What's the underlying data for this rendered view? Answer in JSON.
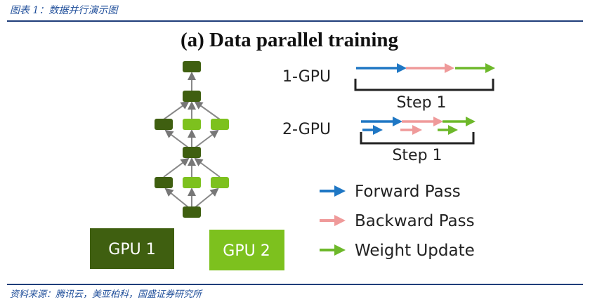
{
  "caption": "图表 1：数据并行演示图",
  "source": "资料来源：腾讯云，美亚柏科，国盛证券研究所",
  "diagram": {
    "title": "(a) Data parallel training",
    "gpu_boxes": [
      "GPU 1",
      "GPU 2"
    ],
    "timeline": {
      "one_gpu_label": "1-GPU",
      "one_gpu_step": "Step 1",
      "two_gpu_label": "2-GPU",
      "two_gpu_step": "Step 1"
    },
    "legend": [
      "Forward Pass",
      "Backward Pass",
      "Weight Update"
    ],
    "colors": {
      "gpu1": "#3f5f10",
      "gpu2": "#7dc11e",
      "forward": "#1f77c4",
      "backward": "#ef9a9a",
      "update": "#6db82a"
    }
  }
}
